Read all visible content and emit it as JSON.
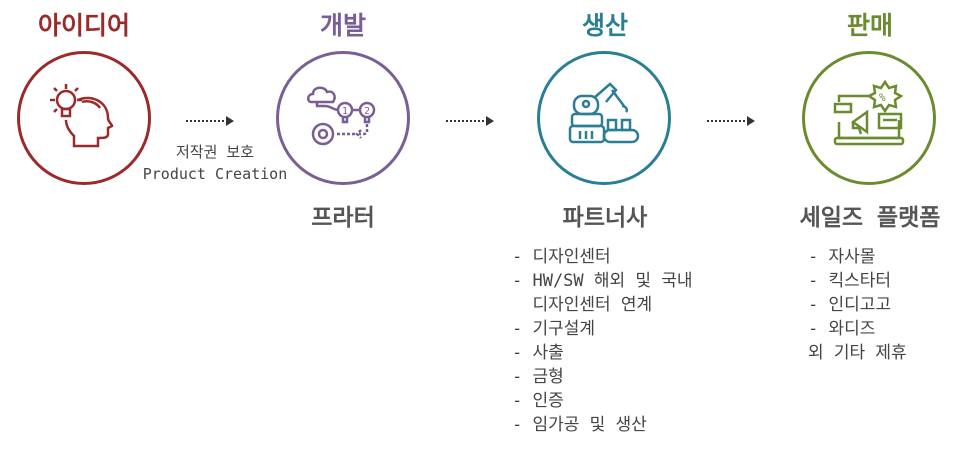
{
  "stages": [
    {
      "title": "아이디어",
      "color": "#9b2a2a",
      "icon": "idea-head-icon"
    },
    {
      "title": "개발",
      "subtitle": "프라터",
      "color": "#7a5f96",
      "icon": "development-process-icon"
    },
    {
      "title": "생산",
      "subtitle": "파트너사",
      "color": "#2a7f96",
      "icon": "robot-arm-icon"
    },
    {
      "title": "판매",
      "subtitle": "세일즈 플랫폼",
      "color": "#6b8c2e",
      "icon": "sales-promotion-icon"
    }
  ],
  "arrow_note": {
    "line1": "저작권 보호",
    "line2": "Product Creation"
  },
  "production_list": [
    "- 디자인센터",
    "- HW/SW 해외 및 국내",
    "  디자인센터 연계",
    "- 기구설계",
    "- 사출",
    "- 금형",
    "- 인증",
    "- 임가공 및 생산"
  ],
  "sales_list": [
    "- 자사몰",
    "- 킥스타터",
    "- 인디고고",
    "- 와디즈",
    "외 기타 제휴"
  ]
}
